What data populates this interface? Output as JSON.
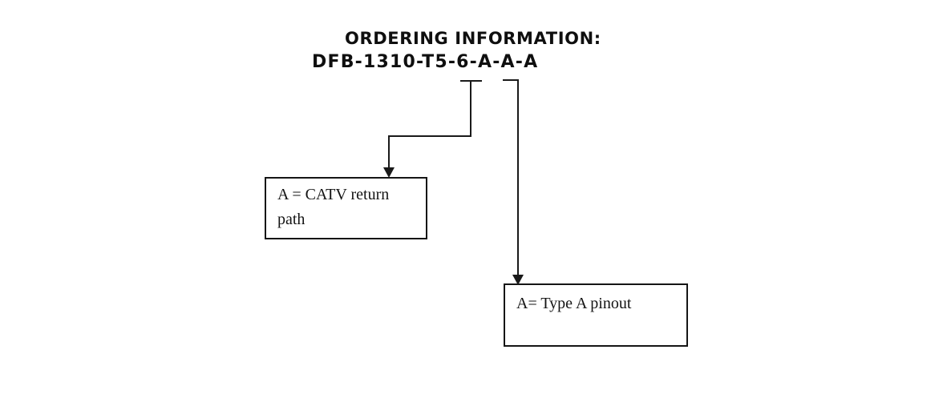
{
  "page": {
    "background_color": "#ffffff",
    "text_color": "#111111",
    "line_color": "#1a1a1a"
  },
  "header": {
    "title": "ORDERING INFORMATION:",
    "part_number": "DFB-1310-T5-6-A-A-A"
  },
  "callouts": [
    {
      "id": "catv-return-path",
      "text": "A = CATV return path",
      "lines": [
        "A = CATV return",
        "path"
      ],
      "points_to": "first A in part number"
    },
    {
      "id": "type-a-pinout",
      "text": "A= Type A pinout",
      "lines": [
        "A= Type A pinout"
      ],
      "points_to": "last A in part number"
    }
  ]
}
